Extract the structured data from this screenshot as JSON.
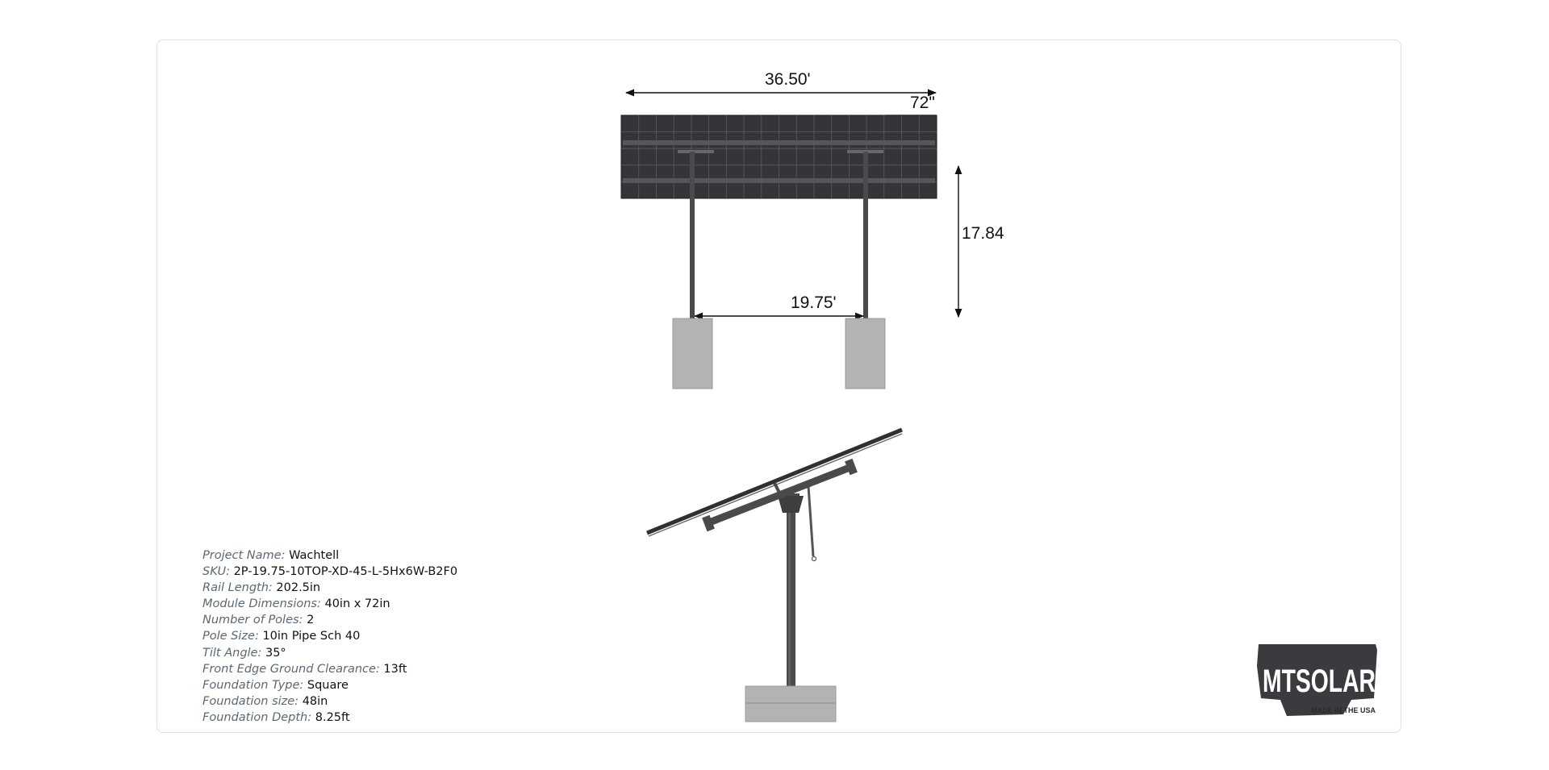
{
  "dimensions": {
    "overall_width": "36.50'",
    "module_length": "72\"",
    "height": "17.84",
    "pole_spacing": "19.75'"
  },
  "specs": [
    {
      "label": "Project Name:",
      "value": "Wachtell"
    },
    {
      "label": "SKU:",
      "value": "2P-19.75-10TOP-XD-45-L-5Hx6W-B2F0"
    },
    {
      "label": "Rail Length:",
      "value": "202.5in"
    },
    {
      "label": "Module Dimensions:",
      "value": "40in x 72in"
    },
    {
      "label": "Number of Poles:",
      "value": "2"
    },
    {
      "label": "Pole Size:",
      "value": "10in Pipe Sch 40"
    },
    {
      "label": "Tilt Angle:",
      "value": "35°"
    },
    {
      "label": "Front Edge Ground Clearance:",
      "value": "13ft"
    },
    {
      "label": "Foundation Type:",
      "value": "Square"
    },
    {
      "label": "Foundation size:",
      "value": "48in"
    },
    {
      "label": "Foundation Depth:",
      "value": "8.25ft"
    }
  ],
  "logo": {
    "brand": "MTSOLAR",
    "tagline": "MADE IN THE USA"
  },
  "colors": {
    "panel": "#333539",
    "steel": "#4a4a4a",
    "concrete": "#b3b3b3",
    "label": "#5d6773"
  }
}
